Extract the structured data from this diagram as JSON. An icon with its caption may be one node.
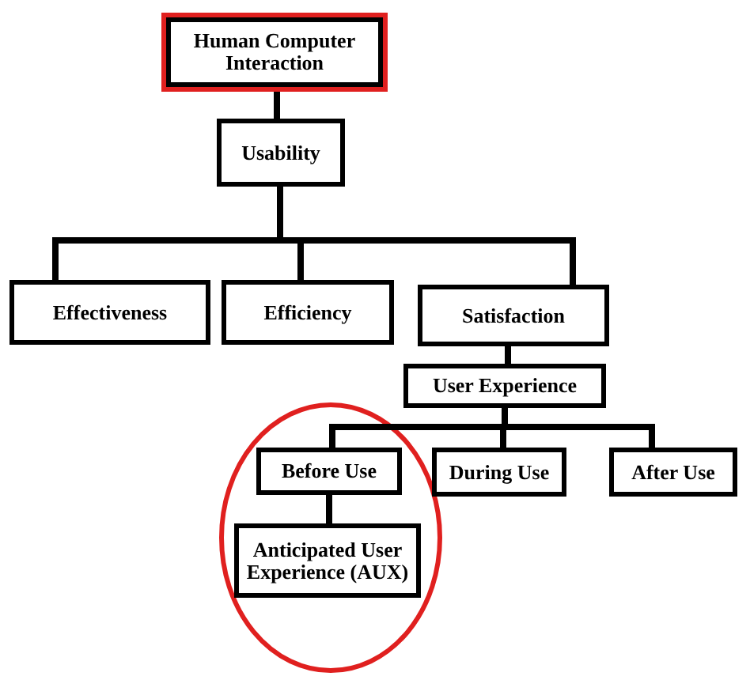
{
  "diagram": {
    "nodes": [
      {
        "text": [
          "Human Computer Interaction"
        ]
      },
      {
        "text": [
          "Usability"
        ]
      },
      {
        "text": [
          "Effectiveness"
        ]
      },
      {
        "text": [
          "Efficiency"
        ]
      },
      {
        "text": [
          "Satisfaction"
        ]
      },
      {
        "text": [
          "User Experience"
        ]
      },
      {
        "text": [
          "Before Use"
        ]
      },
      {
        "text": [
          "During Use"
        ]
      },
      {
        "text": [
          "After Use"
        ]
      },
      {
        "text": [
          "Anticipated User Experience (AUX)"
        ]
      }
    ],
    "edges": [
      {
        "from": 0,
        "to": 1,
        "arrow": "none"
      },
      {
        "from": 1,
        "to": 2,
        "arrow": "none"
      },
      {
        "from": 1,
        "to": 3,
        "arrow": "none"
      },
      {
        "from": 1,
        "to": 4,
        "arrow": "none"
      },
      {
        "from": 4,
        "to": 5,
        "arrow": "none"
      },
      {
        "from": 5,
        "to": 6,
        "arrow": "none"
      },
      {
        "from": 5,
        "to": 7,
        "arrow": "none"
      },
      {
        "from": 5,
        "to": 8,
        "arrow": "none"
      },
      {
        "from": 6,
        "to": 9,
        "arrow": "none"
      }
    ]
  }
}
